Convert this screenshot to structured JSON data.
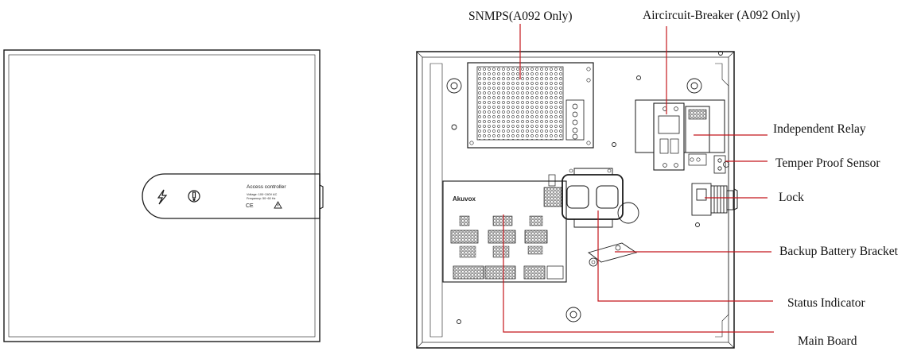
{
  "callouts": {
    "snmps": "SNMPS(A092 Only)",
    "breaker": "Aircircuit-Breaker (A092 Only)",
    "relay": "Independent Relay",
    "tamper": "Temper Proof Sensor",
    "lock": "Lock",
    "battery": "Backup Battery Bracket",
    "status": "Status Indicator",
    "mainboard": "Main Board"
  },
  "front_panel": {
    "title": "Access controller",
    "spec_line_1": "Voltage: 100~240V AC",
    "spec_line_2": "Frequency: 50~60 Hz"
  },
  "board": {
    "brand": "Akuvox"
  },
  "colors": {
    "leader": "#c4161c",
    "outline": "#1a1a1a"
  }
}
